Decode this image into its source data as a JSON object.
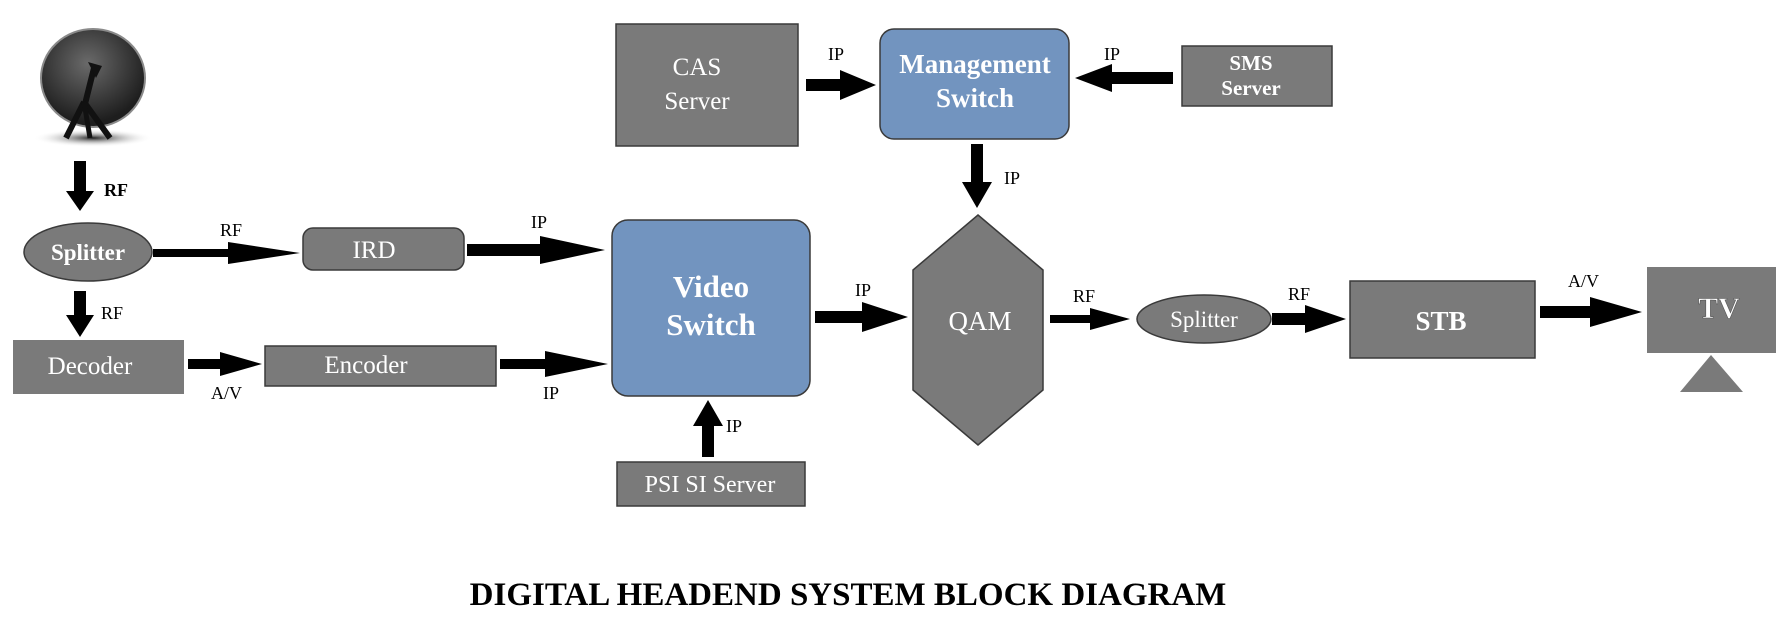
{
  "title": "DIGITAL HEADEND SYSTEM BLOCK DIAGRAM",
  "colors": {
    "gray_node": "#7a7a7a",
    "blue_node": "#7294bf",
    "arrow": "#000000",
    "text_on_node": "#ffffff"
  },
  "icons": {
    "dish": "satellite-dish-icon",
    "tv_stand": "tv-stand-icon"
  },
  "nodes": {
    "splitter_1": "Splitter",
    "ird": "IRD",
    "decoder": "Decoder",
    "encoder": "Encoder",
    "cas_server": [
      "CAS",
      "Server"
    ],
    "management_switch": [
      "Management",
      "Switch"
    ],
    "sms_server": [
      "SMS",
      "Server"
    ],
    "video_switch": [
      "Video",
      "Switch"
    ],
    "psi_si_server": "PSI SI Server",
    "qam": "QAM",
    "splitter_2": "Splitter",
    "stb": "STB",
    "tv": "TV"
  },
  "connections": {
    "dish_to_splitter": "RF",
    "splitter_to_ird": "RF",
    "splitter_to_decoder": "RF",
    "ird_to_video_switch": "IP",
    "decoder_to_encoder": "A/V",
    "encoder_to_video_switch": "IP",
    "cas_to_management": "IP",
    "sms_to_management": "IP",
    "management_to_qam": "IP",
    "psi_to_video_switch": "IP",
    "video_switch_to_qam": "IP",
    "qam_to_splitter": "RF",
    "splitter_to_stb": "RF",
    "stb_to_tv": "A/V"
  }
}
